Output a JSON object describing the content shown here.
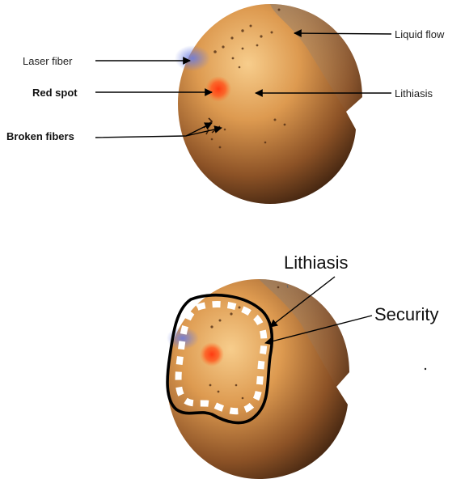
{
  "top_panel": {
    "labels": {
      "liquid_flow": "Liquid flow",
      "laser_fiber": "Laser fiber",
      "red_spot": "Red spot",
      "lithiasis": "Lithiasis",
      "broken_fibers": "Broken fibers"
    }
  },
  "bottom_panel": {
    "labels": {
      "lithiasis": "Lithiasis",
      "security": "Security"
    }
  },
  "colors": {
    "stone_light": "#f4c27a",
    "stone_mid": "#c27a3a",
    "stone_dark": "#2f1a0c",
    "red_spot": "#ff3b10",
    "fiber_blue": "#7080d8",
    "outline": "#000000",
    "dash": "#ffffff"
  }
}
